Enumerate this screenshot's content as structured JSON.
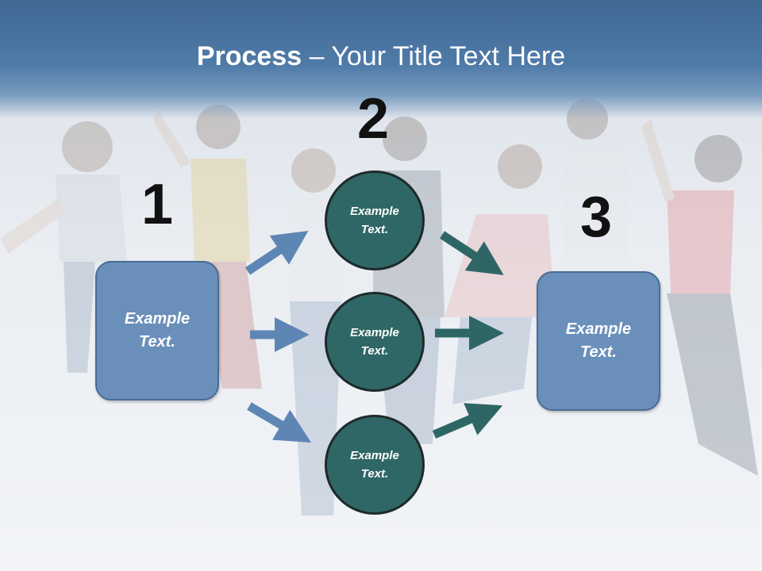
{
  "title": {
    "bold": "Process",
    "separator": " – ",
    "rest": "Your Title Text Here"
  },
  "steps": [
    "1",
    "2",
    "3"
  ],
  "left_box": {
    "text_line1": "Example",
    "text_line2": "Text."
  },
  "right_box": {
    "text_line1": "Example",
    "text_line2": "Text."
  },
  "circles": [
    {
      "text_line1": "Example",
      "text_line2": "Text."
    },
    {
      "text_line1": "Example",
      "text_line2": "Text."
    },
    {
      "text_line1": "Example",
      "text_line2": "Text."
    }
  ],
  "colors": {
    "banner": "#4f7ba8",
    "box_fill": "#6a8fbb",
    "circle_fill": "#2f6766",
    "arrow_blue": "#5d86b4",
    "arrow_teal": "#2e6665"
  }
}
